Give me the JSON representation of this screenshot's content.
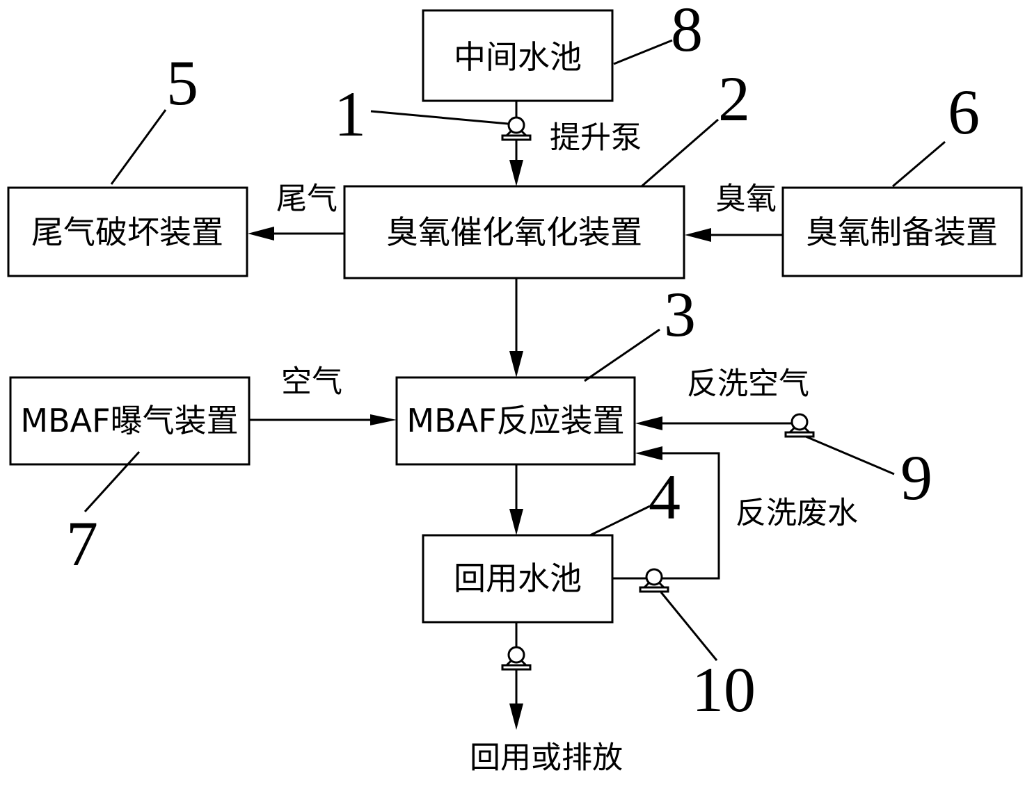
{
  "boxes": {
    "middle_tank": "中间水池",
    "ozone_oxidation": "臭氧催化氧化装置",
    "tail_gas_destruction": "尾气破坏装置",
    "ozone_generation": "臭氧制备装置",
    "mbaf_reactor": "MBAF反应装置",
    "mbaf_aeration": "MBAF曝气装置",
    "reuse_tank": "回用水池"
  },
  "flow_labels": {
    "lift_pump": "提升泵",
    "tail_gas": "尾气",
    "ozone": "臭氧",
    "air": "空气",
    "backwash_air": "反洗空气",
    "backwash_water": "反洗废水",
    "reuse_or_discharge": "回用或排放"
  },
  "reference_numbers": {
    "lift_pump": "1",
    "ozone_oxidation": "2",
    "mbaf_reactor": "3",
    "reuse_tank": "4",
    "tail_gas_destruction": "5",
    "ozone_generation": "6",
    "mbaf_aeration": "7",
    "middle_tank": "8",
    "backwash_air_pump": "9",
    "backwash_water_pump": "10"
  },
  "icons": {
    "pump": "pump-icon",
    "arrow": "arrowhead"
  }
}
